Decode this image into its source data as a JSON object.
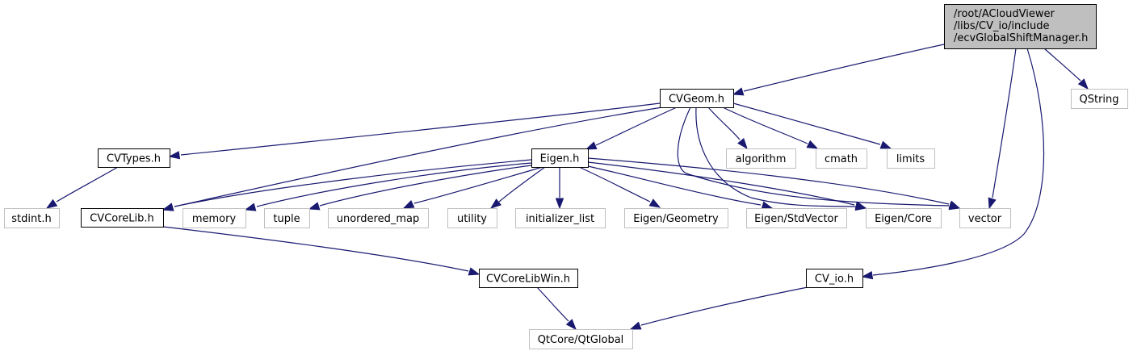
{
  "diagram": {
    "type": "include-dependency-graph",
    "colors": {
      "edge": "#191970",
      "root_fill": "#bfbfbf",
      "root_border": "#000000",
      "documented_border": "#000000",
      "external_border": "#bfbfbf",
      "external_text": "#000000"
    },
    "nodes": [
      {
        "id": "root",
        "kind": "root",
        "lines": [
          "/root/ACloudViewer",
          "/libs/CV_io/include",
          "/ecvGlobalShiftManager.h"
        ]
      },
      {
        "id": "cvgeom",
        "kind": "documented",
        "lines": [
          "CVGeom.h"
        ]
      },
      {
        "id": "qstring",
        "kind": "external",
        "lines": [
          "QString"
        ]
      },
      {
        "id": "cvtypes",
        "kind": "documented",
        "lines": [
          "CVTypes.h"
        ]
      },
      {
        "id": "eigen",
        "kind": "documented",
        "lines": [
          "Eigen.h"
        ]
      },
      {
        "id": "algorithm",
        "kind": "external",
        "lines": [
          "algorithm"
        ]
      },
      {
        "id": "cmath",
        "kind": "external",
        "lines": [
          "cmath"
        ]
      },
      {
        "id": "limits",
        "kind": "external",
        "lines": [
          "limits"
        ]
      },
      {
        "id": "stdint",
        "kind": "external",
        "lines": [
          "stdint.h"
        ]
      },
      {
        "id": "cvcorelib",
        "kind": "documented",
        "lines": [
          "CVCoreLib.h"
        ]
      },
      {
        "id": "memory",
        "kind": "external",
        "lines": [
          "memory"
        ]
      },
      {
        "id": "tuple",
        "kind": "external",
        "lines": [
          "tuple"
        ]
      },
      {
        "id": "unordered_map",
        "kind": "external",
        "lines": [
          "unordered_map"
        ]
      },
      {
        "id": "utility",
        "kind": "external",
        "lines": [
          "utility"
        ]
      },
      {
        "id": "initializer_list",
        "kind": "external",
        "lines": [
          "initializer_list"
        ]
      },
      {
        "id": "eigen_geometry",
        "kind": "external",
        "lines": [
          "Eigen/Geometry"
        ]
      },
      {
        "id": "eigen_stdvector",
        "kind": "external",
        "lines": [
          "Eigen/StdVector"
        ]
      },
      {
        "id": "eigen_core",
        "kind": "external",
        "lines": [
          "Eigen/Core"
        ]
      },
      {
        "id": "vector",
        "kind": "external",
        "lines": [
          "vector"
        ]
      },
      {
        "id": "cvcorelibwin",
        "kind": "documented",
        "lines": [
          "CVCoreLibWin.h"
        ]
      },
      {
        "id": "cv_io",
        "kind": "documented",
        "lines": [
          "CV_io.h"
        ]
      },
      {
        "id": "qtglobal",
        "kind": "external",
        "lines": [
          "QtCore/QtGlobal"
        ]
      }
    ],
    "edges": [
      {
        "from": "root",
        "to": "cvgeom"
      },
      {
        "from": "root",
        "to": "qstring"
      },
      {
        "from": "root",
        "to": "vector"
      },
      {
        "from": "root",
        "to": "cv_io"
      },
      {
        "from": "cvgeom",
        "to": "cvtypes"
      },
      {
        "from": "cvgeom",
        "to": "cvcorelib"
      },
      {
        "from": "cvgeom",
        "to": "eigen"
      },
      {
        "from": "cvgeom",
        "to": "algorithm"
      },
      {
        "from": "cvgeom",
        "to": "cmath"
      },
      {
        "from": "cvgeom",
        "to": "limits"
      },
      {
        "from": "cvgeom",
        "to": "vector"
      },
      {
        "from": "cvgeom",
        "to": "eigen_core"
      },
      {
        "from": "cvtypes",
        "to": "stdint"
      },
      {
        "from": "eigen",
        "to": "cvcorelib"
      },
      {
        "from": "eigen",
        "to": "memory"
      },
      {
        "from": "eigen",
        "to": "tuple"
      },
      {
        "from": "eigen",
        "to": "unordered_map"
      },
      {
        "from": "eigen",
        "to": "utility"
      },
      {
        "from": "eigen",
        "to": "initializer_list"
      },
      {
        "from": "eigen",
        "to": "eigen_geometry"
      },
      {
        "from": "eigen",
        "to": "eigen_stdvector"
      },
      {
        "from": "eigen",
        "to": "eigen_core"
      },
      {
        "from": "eigen",
        "to": "vector"
      },
      {
        "from": "cvcorelib",
        "to": "cvcorelibwin"
      },
      {
        "from": "cvcorelibwin",
        "to": "qtglobal"
      },
      {
        "from": "cv_io",
        "to": "qtglobal"
      }
    ]
  }
}
